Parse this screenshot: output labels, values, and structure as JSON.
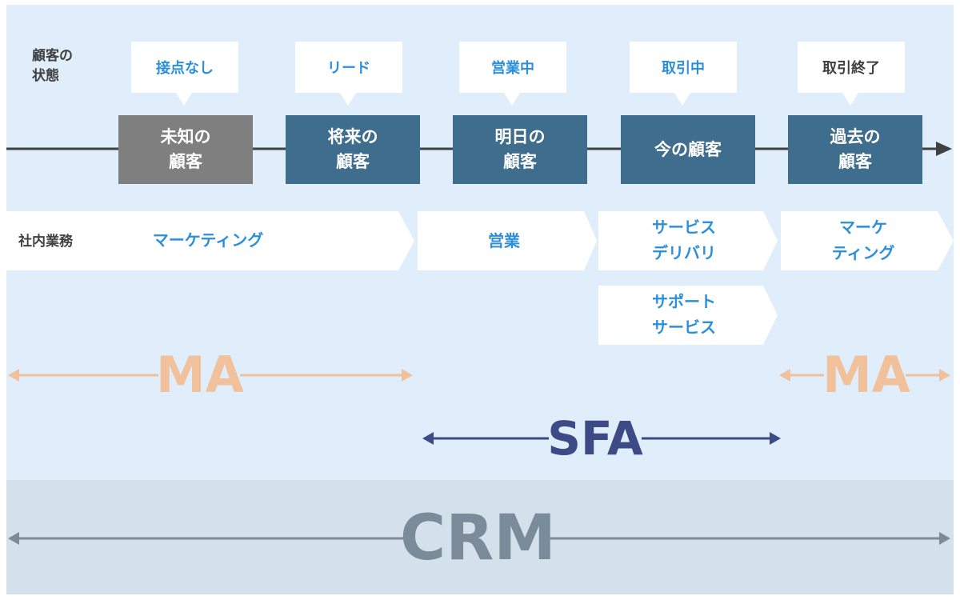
{
  "labels": {
    "customer_state": "顧客の\n状態",
    "internal_work": "社内業務"
  },
  "states": [
    {
      "status": "接点なし",
      "customer": "未知の\n顧客"
    },
    {
      "status": "リード",
      "customer": "将来の\n顧客"
    },
    {
      "status": "営業中",
      "customer": "明日の\n顧客"
    },
    {
      "status": "取引中",
      "customer": "今の顧客"
    },
    {
      "status": "取引終了",
      "customer": "過去の\n顧客"
    }
  ],
  "work": [
    {
      "label": "マーケティング"
    },
    {
      "label": "営業"
    },
    {
      "label": "サービス\nデリバリ"
    },
    {
      "label": "サポート\nサービス"
    },
    {
      "label": "マーケ\nティング"
    }
  ],
  "systems": {
    "ma": "MA",
    "sfa": "SFA",
    "crm": "CRM"
  },
  "colors": {
    "background_light_blue": "#dfeefa",
    "background_bottom": "#d4e1ec",
    "customer_box": "#3f6d8e",
    "unknown_customer_box": "#7f7f7f",
    "work_text_blue": "#2c8fdc",
    "ma_orange": "#f0c19b",
    "sfa_navy": "#3c4a86",
    "crm_gray": "#7a8c99",
    "timeline": "#404040"
  }
}
